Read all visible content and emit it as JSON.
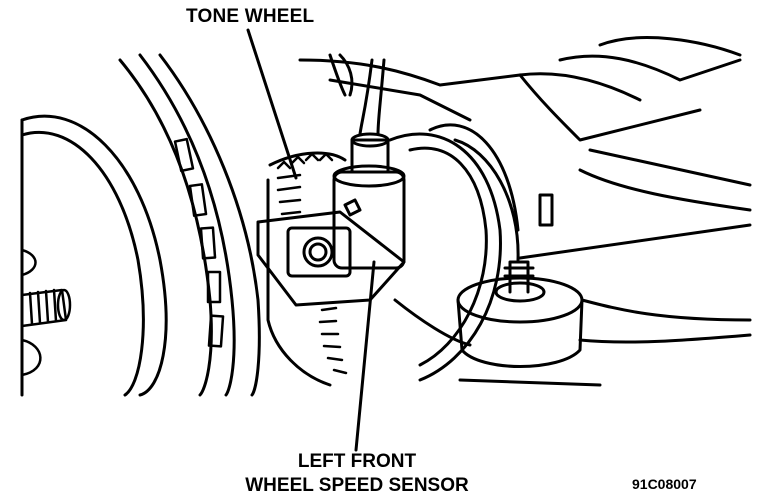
{
  "labels": {
    "tone_wheel": "TONE WHEEL",
    "sensor_line1": "LEFT FRONT",
    "sensor_line2": "WHEEL SPEED SENSOR",
    "figure_code": "91C08007"
  },
  "colors": {
    "ink": "#000000",
    "paper": "#ffffff"
  }
}
